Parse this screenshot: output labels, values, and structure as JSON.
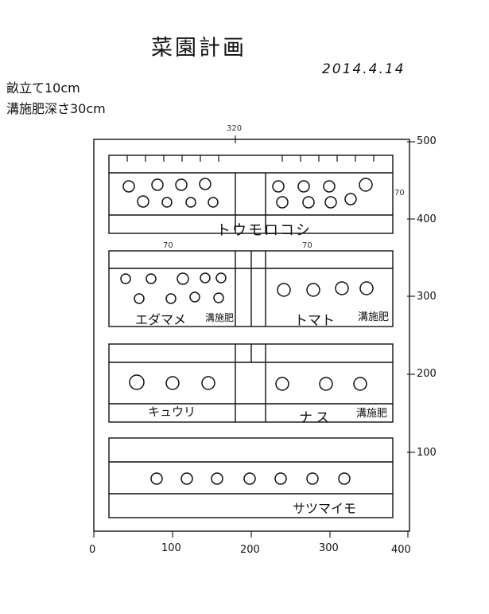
{
  "title": "菜園計画",
  "date": "2014.4.14",
  "notes": [
    "畝立て10cm",
    "溝施肥深さ30cm"
  ],
  "ruler": {
    "top": "320",
    "y_ticks": [
      "500",
      "400",
      "300",
      "200",
      "100"
    ],
    "x_ticks": [
      "0",
      "100",
      "200",
      "300",
      "400"
    ]
  },
  "beds": {
    "corn": {
      "label": "トウモロコシ",
      "width_note": "70"
    },
    "edamame": {
      "label": "エダマメ",
      "fert": "溝施肥",
      "width_note": "70"
    },
    "tomato": {
      "label": "トマト",
      "fert": "溝施肥",
      "width_note": "70"
    },
    "cucumber": {
      "label": "キュウリ"
    },
    "eggplant": {
      "label": "ナス",
      "fert": "溝施肥"
    },
    "sweet_potato": {
      "label": "サツマイモ"
    }
  },
  "colors": {
    "ink": "#111111",
    "paper": "#ffffff"
  }
}
